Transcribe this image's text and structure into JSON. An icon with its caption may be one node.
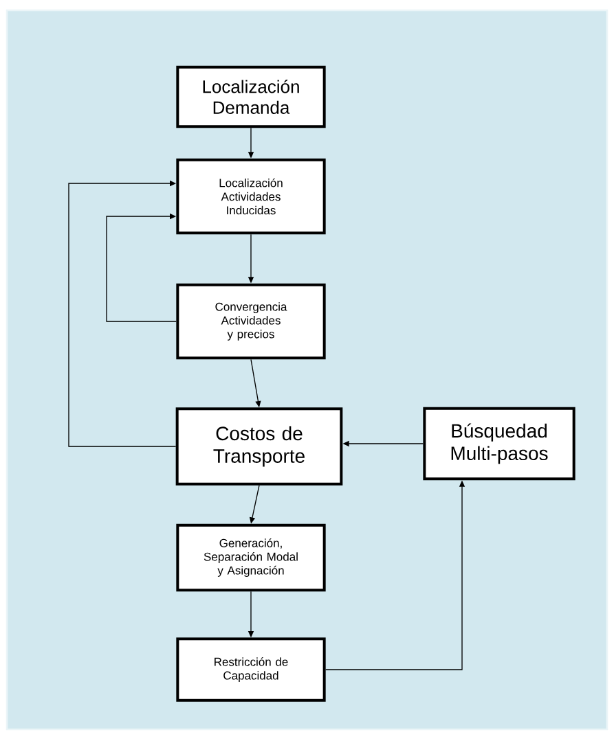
{
  "diagram": {
    "nodes": [
      {
        "text": [
          "Localización Demanda"
        ]
      },
      {
        "text": [
          "Localización Actividades Inducidas"
        ]
      },
      {
        "text": [
          "Convergencia Actividades y precios"
        ]
      },
      {
        "text": [
          "Costos de Transporte"
        ]
      },
      {
        "text": [
          "Búsquedad Multi-pasos"
        ]
      },
      {
        "text": [
          "Generación, Separación Modal y Asignación"
        ]
      },
      {
        "text": [
          "Restricción de Capacidad"
        ]
      }
    ],
    "edges": [
      {
        "from": 0,
        "to": 1,
        "arrow": "to"
      },
      {
        "from": 1,
        "to": 2,
        "arrow": "to"
      },
      {
        "from": 2,
        "to": 3,
        "arrow": "to"
      },
      {
        "from": 2,
        "to": 1,
        "arrow": "to"
      },
      {
        "from": 3,
        "to": 1,
        "arrow": "to"
      },
      {
        "from": 4,
        "to": 3,
        "arrow": "to"
      },
      {
        "from": 3,
        "to": 5,
        "arrow": "to"
      },
      {
        "from": 5,
        "to": 6,
        "arrow": "to"
      },
      {
        "from": 6,
        "to": 4,
        "arrow": "to"
      }
    ]
  }
}
